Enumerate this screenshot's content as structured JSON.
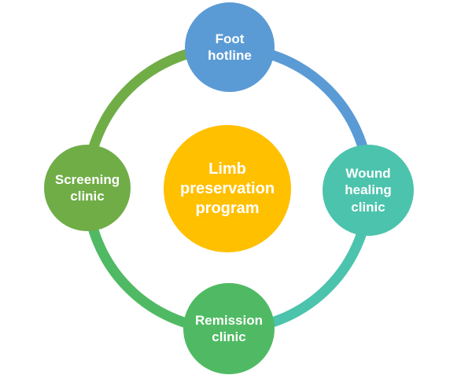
{
  "diagram": {
    "type": "cycle",
    "background": "#FFFFFF",
    "text_color": "#FFFFFF",
    "center": {
      "label": "Limb preservation program",
      "color": "#FFC000"
    },
    "nodes": [
      {
        "id": "foot-hotline",
        "label": "Foot hotline",
        "color": "#5B9BD5",
        "position": "top"
      },
      {
        "id": "wound-healing-clinic",
        "label": "Wound healing clinic",
        "color": "#4CC3AD",
        "position": "right"
      },
      {
        "id": "remission-clinic",
        "label": "Remission clinic",
        "color": "#4FBA63",
        "position": "bottom"
      },
      {
        "id": "screening-clinic",
        "label": "Screening clinic",
        "color": "#70AD47",
        "position": "left"
      }
    ],
    "ring": {
      "arcs": [
        {
          "from": "screening-clinic",
          "to": "foot-hotline",
          "color": "#70AD47"
        },
        {
          "from": "foot-hotline",
          "to": "wound-healing-clinic",
          "color": "#5B9BD5"
        },
        {
          "from": "wound-healing-clinic",
          "to": "remission-clinic",
          "color": "#4CC3AD"
        },
        {
          "from": "remission-clinic",
          "to": "screening-clinic",
          "color": "#4FBA63"
        }
      ]
    }
  }
}
